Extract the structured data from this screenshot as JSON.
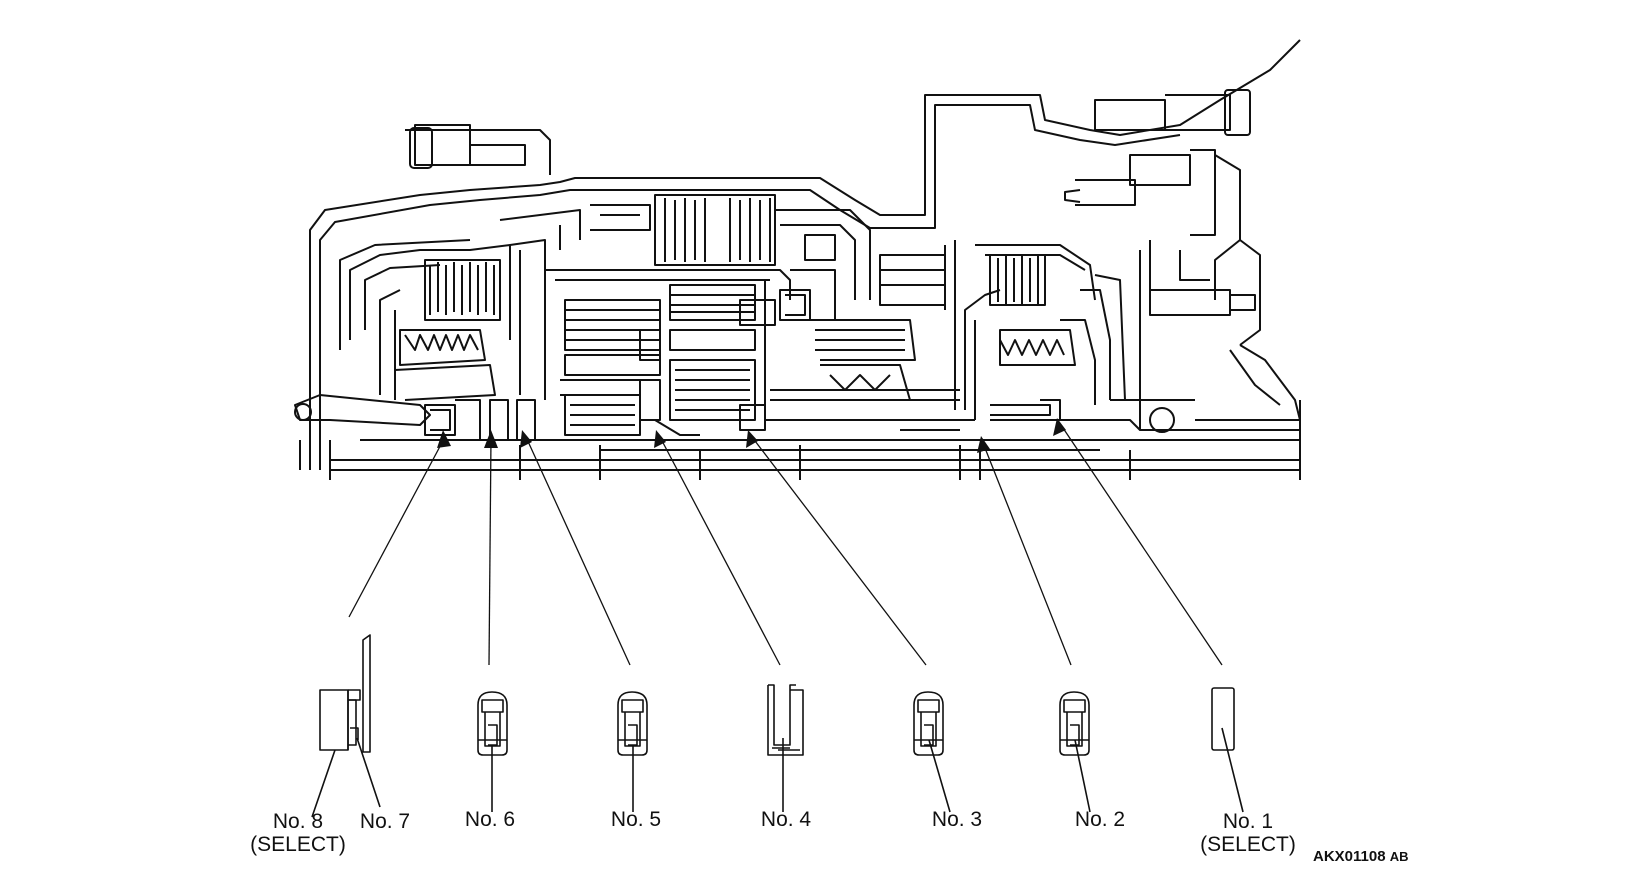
{
  "labels": {
    "no8": "No. 8",
    "no8_sub": "(SELECT)",
    "no7": "No. 7",
    "no6": "No. 6",
    "no5": "No. 5",
    "no4": "No. 4",
    "no3": "No. 3",
    "no2": "No. 2",
    "no1": "No. 1",
    "no1_sub": "(SELECT)"
  },
  "figure_code": "AKX01108",
  "figure_code_suffix": "AB"
}
